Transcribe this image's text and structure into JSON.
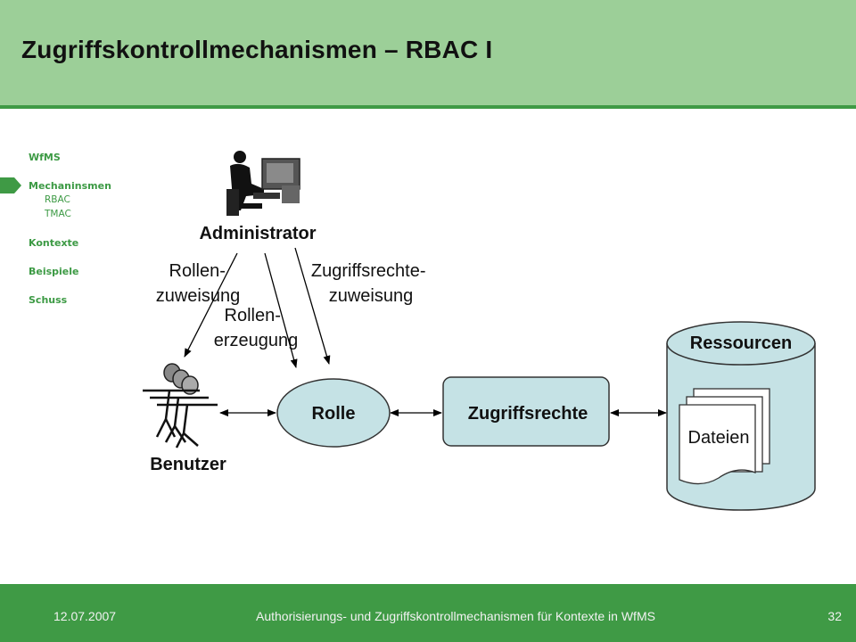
{
  "header": {
    "title": "Zugriffskontrollmechanismen – RBAC I"
  },
  "nav": {
    "items": [
      {
        "label": "WfMS"
      },
      {
        "label": "Mechaninsmen",
        "sub": [
          "RBAC",
          "TMAC"
        ]
      },
      {
        "label": "Kontexte"
      },
      {
        "label": "Beispiele"
      },
      {
        "label": "Schuss"
      }
    ]
  },
  "diagram": {
    "administrator": "Administrator",
    "benutzer": "Benutzer",
    "rolle": "Rolle",
    "zugriffsrechte": "Zugriffsrechte",
    "ressourcen": "Ressourcen",
    "dateien": "Dateien",
    "rollen_zuweisung": [
      "Rollen-",
      "zuweisung"
    ],
    "rollen_erzeugung": [
      "Rollen-",
      "erzeugung"
    ],
    "rechte_zuweisung": [
      "Zugriffsrechte-",
      "zuweisung"
    ]
  },
  "footer": {
    "date": "12.07.2007",
    "text": "Authorisierungs- und Zugriffskontrollmechanismen für Kontexte in WfMS",
    "page": "32"
  },
  "colors": {
    "header_bg": "#9ccf98",
    "accent_green": "#3f9a45",
    "node_fill": "#c5e2e5"
  }
}
